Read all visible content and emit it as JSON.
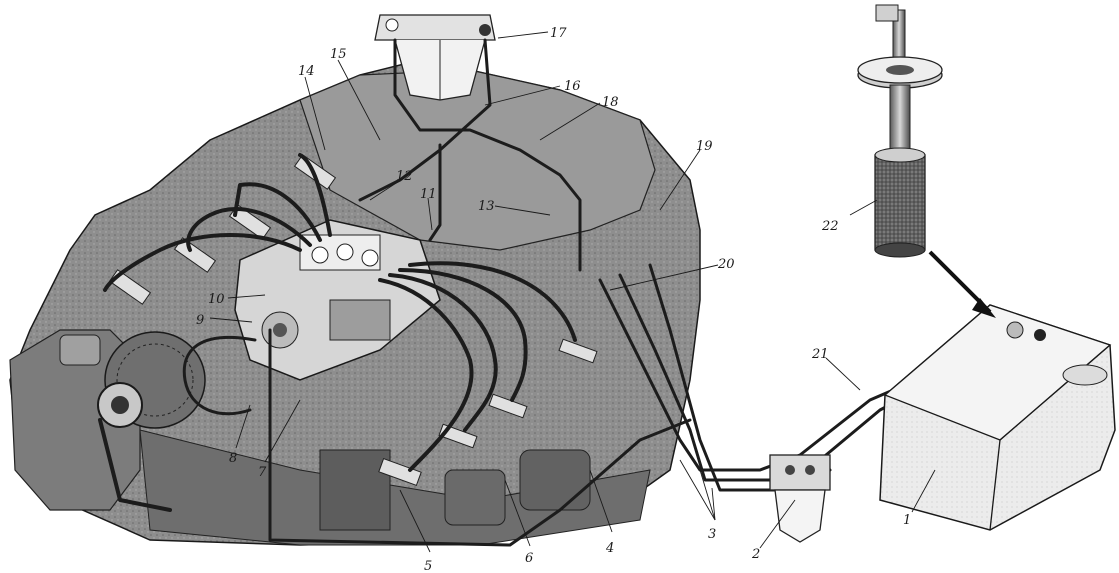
{
  "diagram": {
    "callouts": [
      {
        "id": "1",
        "text": "1"
      },
      {
        "id": "2",
        "text": "2"
      },
      {
        "id": "3",
        "text": "3"
      },
      {
        "id": "4",
        "text": "4"
      },
      {
        "id": "5",
        "text": "5"
      },
      {
        "id": "6",
        "text": "6"
      },
      {
        "id": "7",
        "text": "7"
      },
      {
        "id": "8",
        "text": "8"
      },
      {
        "id": "9",
        "text": "9"
      },
      {
        "id": "10",
        "text": "10"
      },
      {
        "id": "11",
        "text": "11"
      },
      {
        "id": "12",
        "text": "12"
      },
      {
        "id": "13",
        "text": "13"
      },
      {
        "id": "14",
        "text": "14"
      },
      {
        "id": "15",
        "text": "15"
      },
      {
        "id": "16",
        "text": "16"
      },
      {
        "id": "17",
        "text": "17"
      },
      {
        "id": "18",
        "text": "18"
      },
      {
        "id": "19",
        "text": "19"
      },
      {
        "id": "20",
        "text": "20"
      },
      {
        "id": "21",
        "text": "21"
      },
      {
        "id": "22",
        "text": "22"
      }
    ],
    "colors": {
      "ink": "#1a1a1a",
      "engine_shade": "#8c8c8c",
      "engine_dark": "#5e5e5e",
      "tank": "#eaeaea",
      "paper": "#ffffff"
    }
  }
}
